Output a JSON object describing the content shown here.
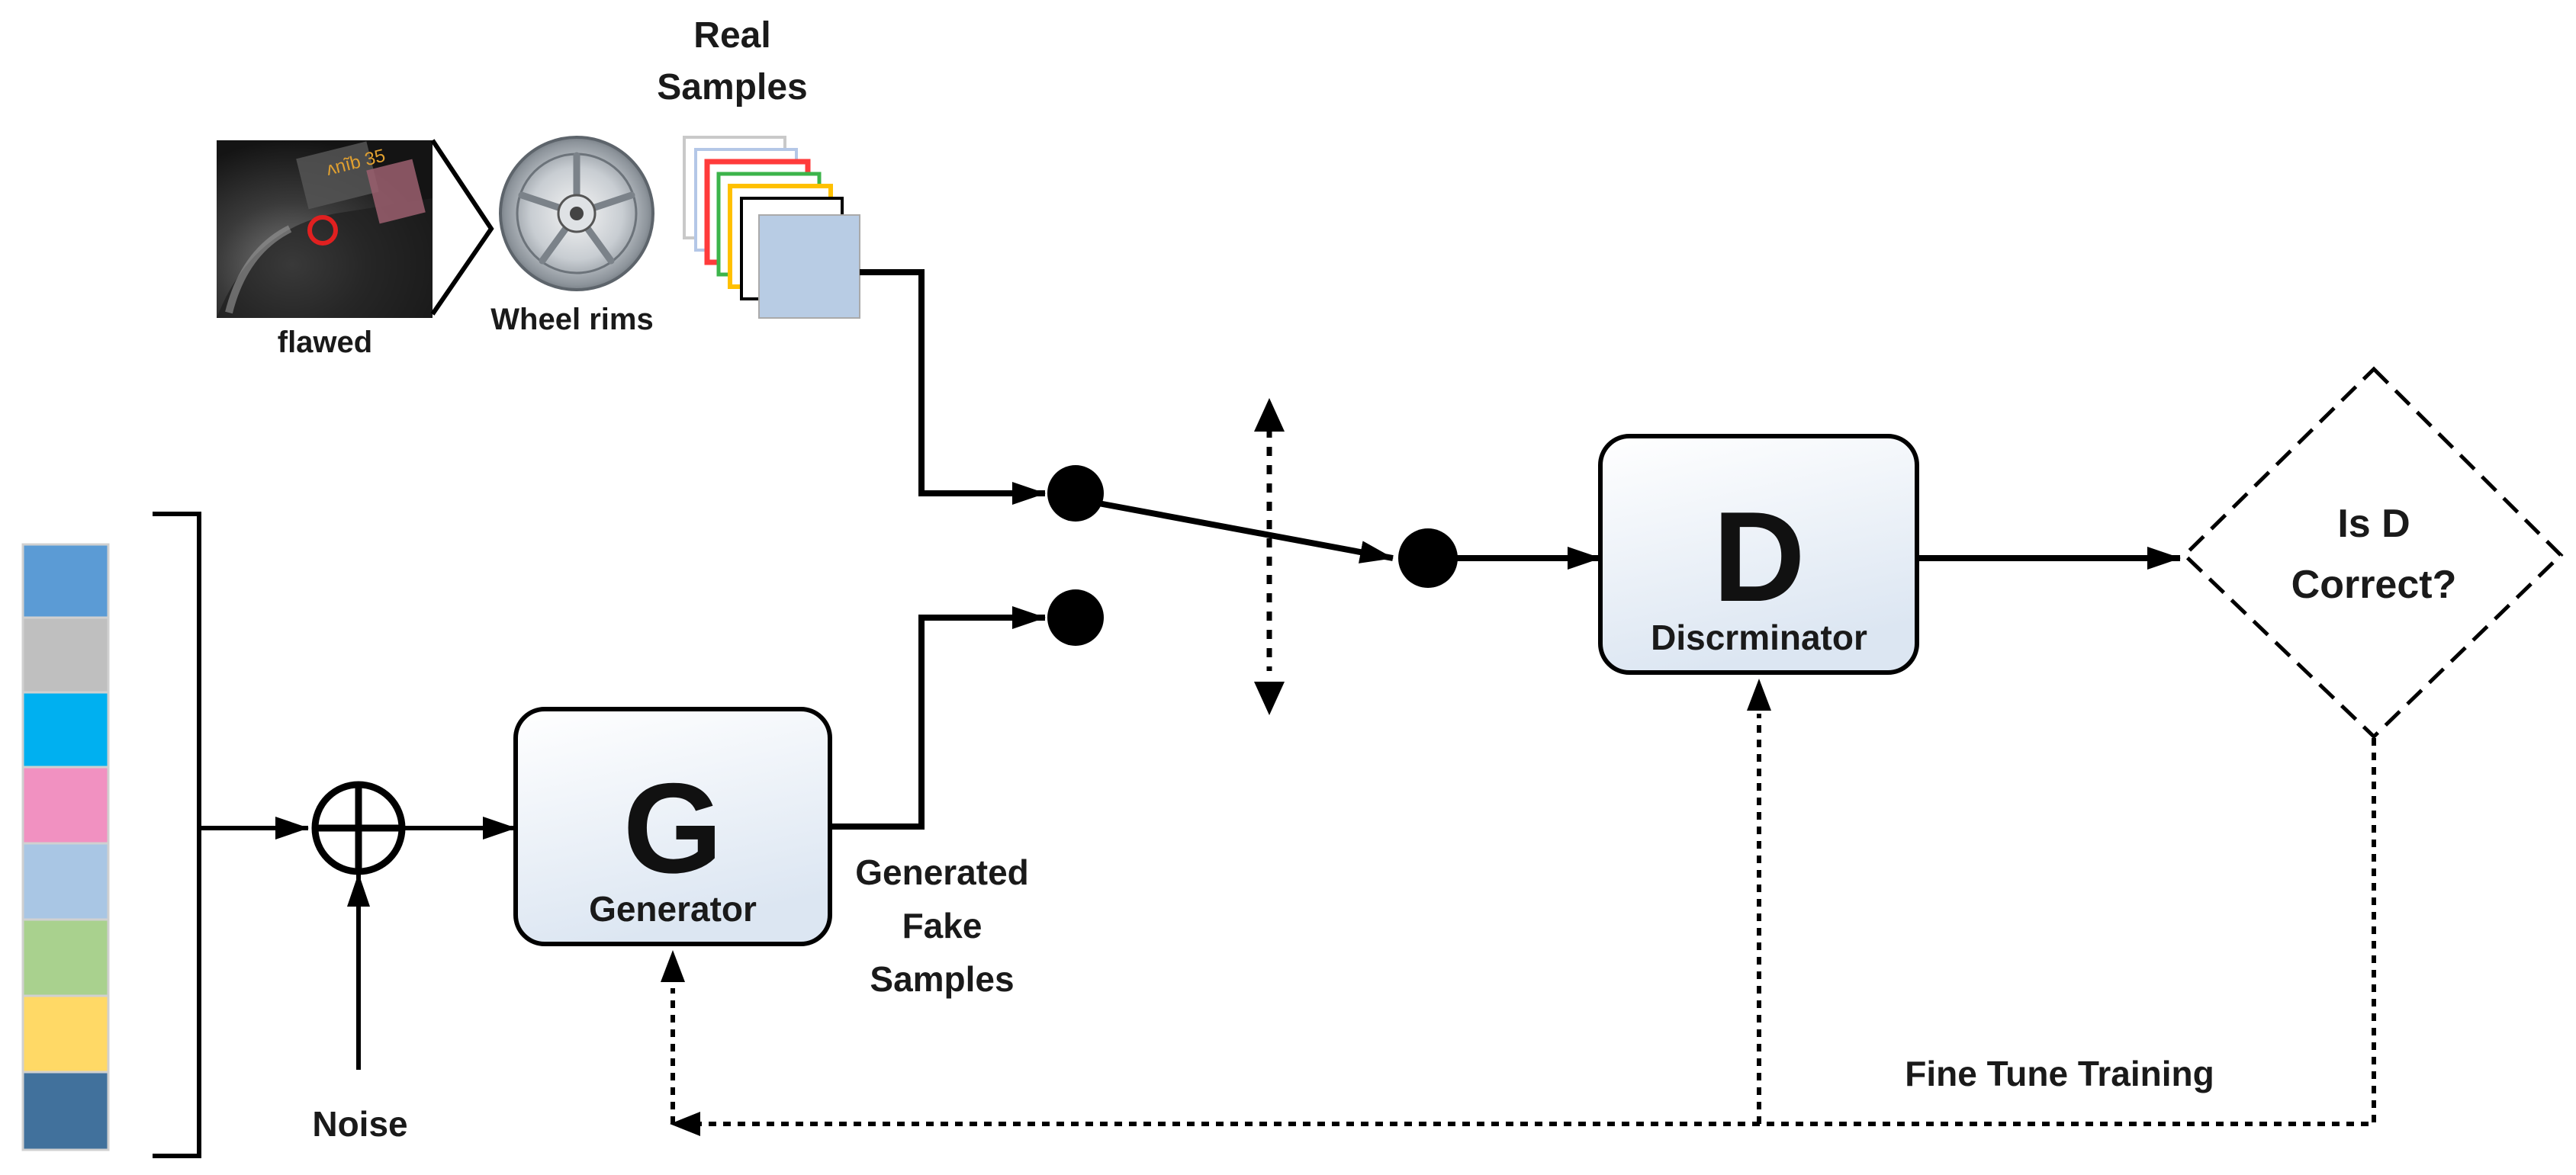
{
  "labels": {
    "real_samples_line1": "Real",
    "real_samples_line2": "Samples",
    "flawed": "flawed",
    "wheel_rims": "Wheel rims",
    "noise": "Noise",
    "generated_line1": "Generated",
    "generated_line2": "Fake",
    "generated_line3": "Samples",
    "fine_tune": "Fine Tune Training"
  },
  "generator": {
    "letter": "G",
    "label": "Generator"
  },
  "discriminator": {
    "letter": "D",
    "label": "Discrminator"
  },
  "decision": {
    "line1": "Is D",
    "line2": "Correct?"
  },
  "colors": {
    "latent_vector": [
      "#5b9bd5",
      "#bfbfbf",
      "#00b0f0",
      "#f191c1",
      "#a9c6e4",
      "#a9d18e",
      "#ffd966",
      "#41719c"
    ],
    "sample_stack_borders": [
      "#c9c9c9",
      "#b4c7e7",
      "#ff3b3b",
      "#3cb44b",
      "#ffc000",
      "#000000"
    ],
    "front_sample_fill": "#b8cce4",
    "box_gradient_top": "#ffffff",
    "box_gradient_bottom": "#dce6f2",
    "flaw_marker": "#e02020"
  },
  "icons": {
    "sum_node": "circle-plus-icon",
    "flaw_photo": "flawed-rim-photo",
    "wheel_photo": "wheel-rim-icon"
  }
}
